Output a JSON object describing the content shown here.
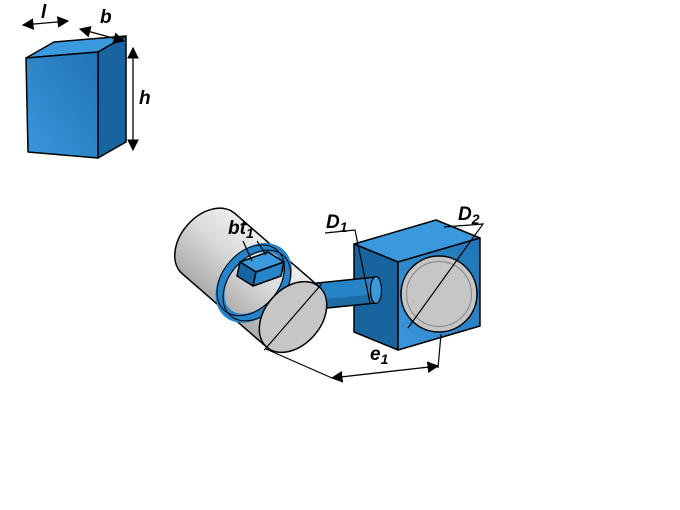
{
  "diagram": {
    "cuboid": {
      "length_label": "l",
      "width_label": "b",
      "height_label": "h"
    },
    "assembly": {
      "key_label": {
        "text": "bt",
        "sub": "1"
      },
      "shaft_diameter_label": {
        "text": "D",
        "sub": "1"
      },
      "bore_diameter_label": {
        "text": "D",
        "sub": "2"
      },
      "spacing_label": {
        "text": "e",
        "sub": "1"
      }
    },
    "colors": {
      "blue_bright": "#3a99dd",
      "blue_medium": "#2583c8",
      "blue_dark": "#17649f",
      "gray_light": "#d9d9d9",
      "gray_mid": "#c6c6c6",
      "outline": "#000000"
    }
  }
}
